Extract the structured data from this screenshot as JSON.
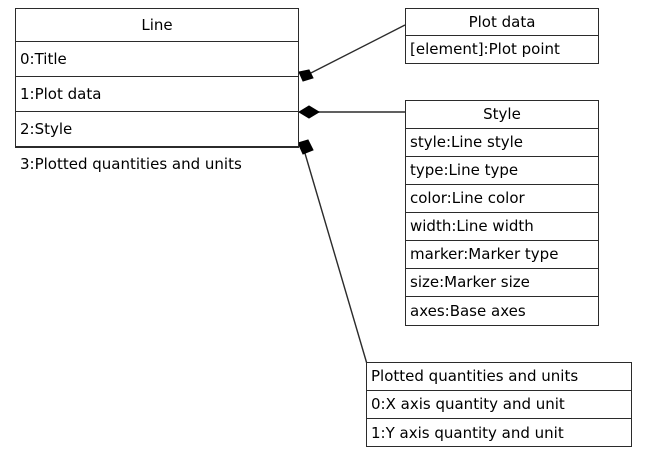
{
  "diagram": {
    "type": "uml-class-composition",
    "background_color": "#ffffff",
    "line_color": "#2b2b2b",
    "text_color": "#000000",
    "boxes": [
      {
        "id": "line",
        "title": "Line",
        "title_align": "center",
        "rows": [
          "0:Title",
          "1:Plot data",
          "2:Style",
          "3:Plotted quantities and units"
        ]
      },
      {
        "id": "plot-data",
        "title": "Plot data",
        "title_align": "center",
        "rows": [
          "[element]:Plot point"
        ]
      },
      {
        "id": "style",
        "title": "Style",
        "title_align": "center",
        "rows": [
          "style:Line style",
          "type:Line type",
          "color:Line color",
          "width:Line width",
          "marker:Marker type",
          "size:Marker size",
          "axes:Base axes"
        ]
      },
      {
        "id": "plotted-quantities",
        "title": "Plotted quantities and units",
        "title_align": "left",
        "rows": [
          "0:X axis quantity and unit",
          "1:Y axis quantity and unit"
        ]
      }
    ],
    "connectors": [
      {
        "id": "line-to-plot-data",
        "kind": "composition",
        "marker": "filled-diamond",
        "from": "line",
        "from_row": "1:Plot data",
        "to": "plot-data"
      },
      {
        "id": "line-to-style",
        "kind": "composition",
        "marker": "filled-diamond",
        "from": "line",
        "from_row": "2:Style",
        "to": "style"
      },
      {
        "id": "line-to-plotted-quantities",
        "kind": "composition",
        "marker": "filled-diamond",
        "from": "line",
        "from_row": "3:Plotted quantities and units",
        "to": "plotted-quantities"
      }
    ]
  }
}
